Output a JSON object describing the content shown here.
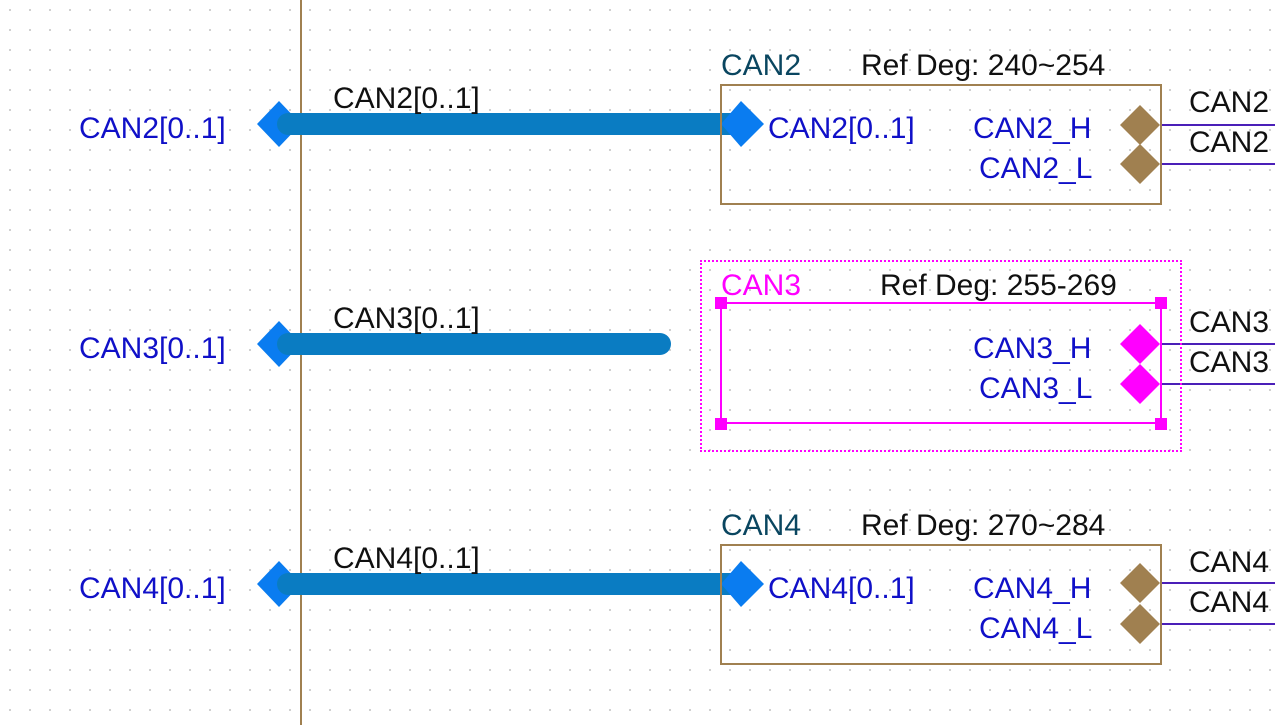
{
  "schematic": {
    "harness_ports": {
      "can2": "CAN2[0..1]",
      "can3": "CAN3[0..1]",
      "can4": "CAN4[0..1]"
    },
    "bus_labels": {
      "can2": "CAN2[0..1]",
      "can3": "CAN3[0..1]",
      "can4": "CAN4[0..1]"
    },
    "sheet_symbols": [
      {
        "designator": "CAN2",
        "ref": "Ref Deg: 240~254",
        "bus_port": "CAN2[0..1]",
        "pin_h": "CAN2_H",
        "pin_l": "CAN2_L",
        "net_h": "CAN2",
        "net_l": "CAN2",
        "selected": false
      },
      {
        "designator": "CAN3",
        "ref": "Ref Deg: 255-269",
        "bus_port": "",
        "pin_h": "CAN3_H",
        "pin_l": "CAN3_L",
        "net_h": "CAN3",
        "net_l": "CAN3",
        "selected": true
      },
      {
        "designator": "CAN4",
        "ref": "Ref Deg: 270~284",
        "bus_port": "CAN4[0..1]",
        "pin_h": "CAN4_H",
        "pin_l": "CAN4_L",
        "net_h": "CAN4",
        "net_l": "CAN4",
        "selected": false
      }
    ],
    "colors": {
      "bus": "#0a7cc2",
      "port": "#0a7cf0",
      "pin_normal": "#a08050",
      "pin_selected": "#ff00ff",
      "net_wire": "#4b1fb8",
      "text_blue": "#1010c8",
      "sheet_border": "#a08050",
      "vertical_line": "#a08050"
    }
  }
}
